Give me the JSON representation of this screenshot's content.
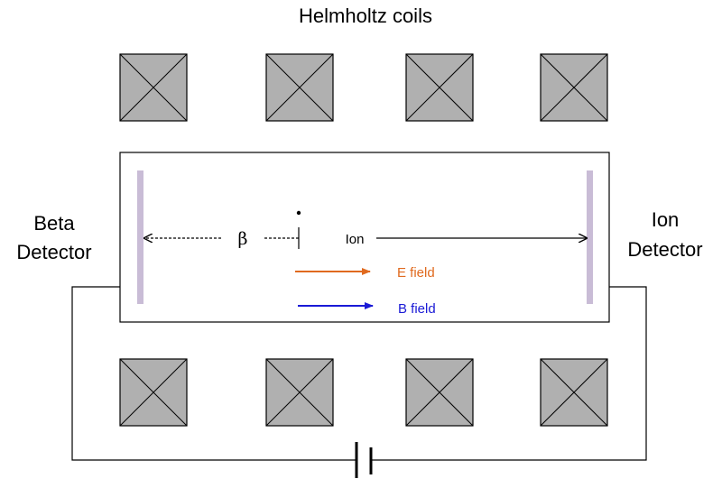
{
  "title": "Helmholtz coils",
  "labels": {
    "beta_detector_line1": "Beta",
    "beta_detector_line2": "Detector",
    "ion_detector_line1": "Ion",
    "ion_detector_line2": "Detector",
    "beta": "β",
    "ion": "Ion",
    "e_field": "E field",
    "b_field": "B field"
  },
  "colors": {
    "coil_fill": "#b0b0b0",
    "detector_plate": "#c9bcd6",
    "e_field_arrow": "#e06a1f",
    "b_field_arrow": "#1a1ad6",
    "line": "#000000"
  },
  "coils": {
    "top_count": 4,
    "bottom_count": 4
  }
}
